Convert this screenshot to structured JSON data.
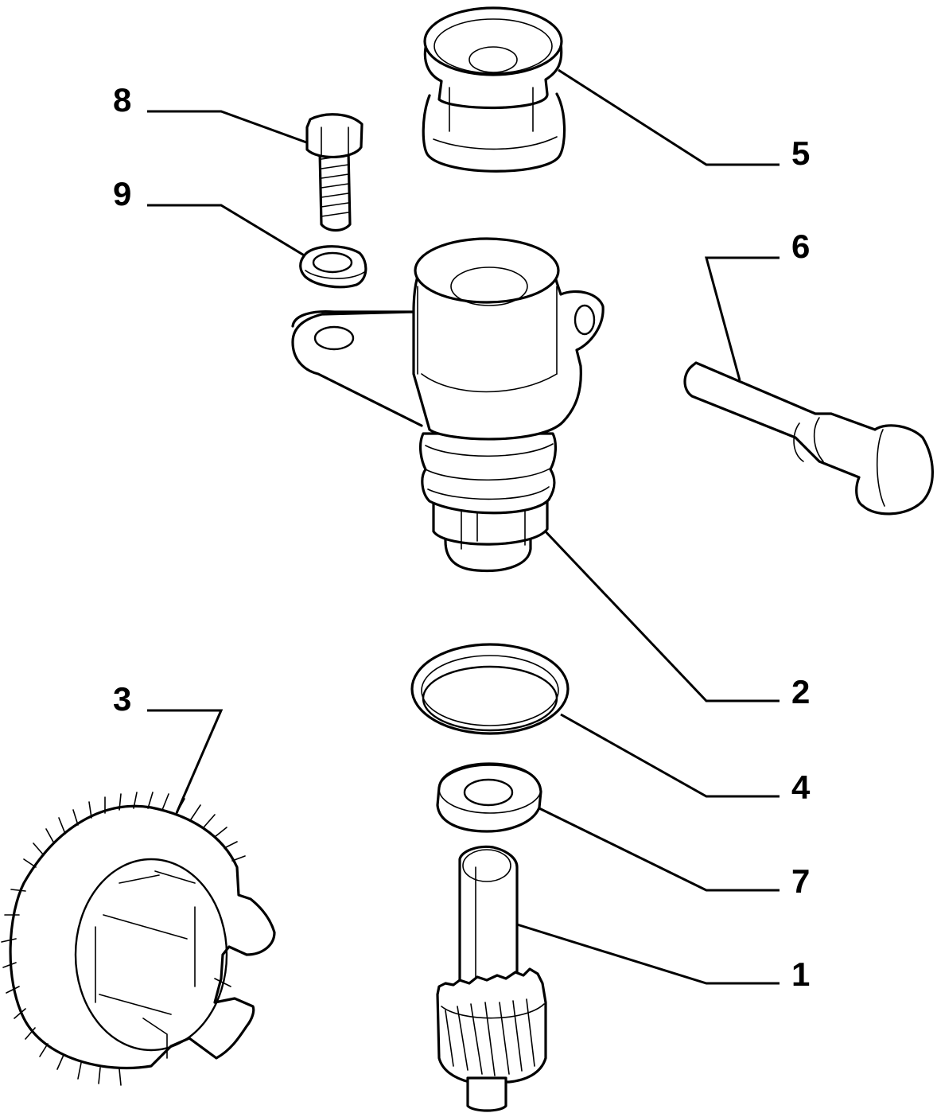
{
  "callouts": [
    {
      "id": "8",
      "label": "8"
    },
    {
      "id": "9",
      "label": "9"
    },
    {
      "id": "5",
      "label": "5"
    },
    {
      "id": "6",
      "label": "6"
    },
    {
      "id": "2",
      "label": "2"
    },
    {
      "id": "3",
      "label": "3"
    },
    {
      "id": "4",
      "label": "4"
    },
    {
      "id": "7",
      "label": "7"
    },
    {
      "id": "1",
      "label": "1"
    }
  ]
}
